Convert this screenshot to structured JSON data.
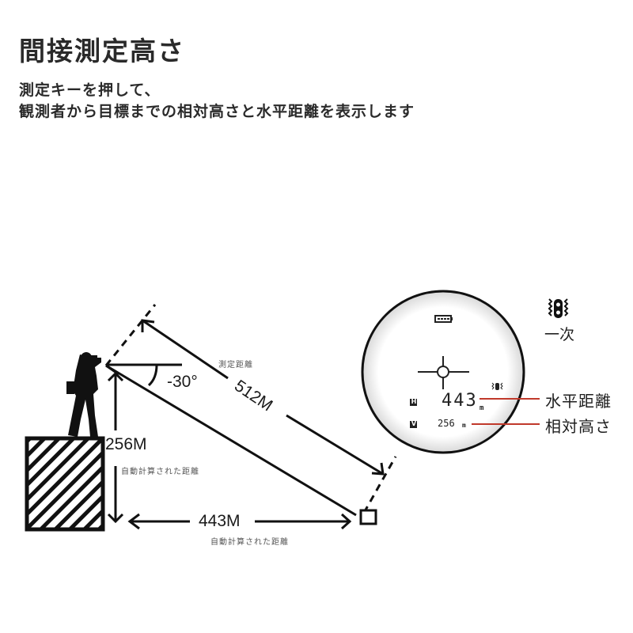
{
  "header": {
    "title": "間接測定高さ",
    "description_lines": [
      "測定キーを押して、",
      "観測者から目標までの相対高さと水平距離を表示します"
    ]
  },
  "diagram": {
    "angle_label": "-30°",
    "measured_distance_caption": "測定距離",
    "measured_distance_value": "512M",
    "height_value": "256M",
    "height_caption": "自動計算された距離",
    "horizontal_value": "443M",
    "horizontal_caption": "自動計算された距離"
  },
  "display": {
    "battery_icon": "battery-full-icon",
    "crosshair_icon": "crosshair-icon",
    "mode_icon": "single-measure-icon",
    "h_badge": "H",
    "v_badge": "V",
    "h_value": "443",
    "h_unit": "m",
    "v_value": "256",
    "v_unit": "m",
    "callout_h": "水平距離",
    "callout_v": "相対高さ",
    "callout_color": "#c0392b"
  },
  "mode_legend": {
    "icon": "single-measure-icon",
    "label": "一次"
  }
}
